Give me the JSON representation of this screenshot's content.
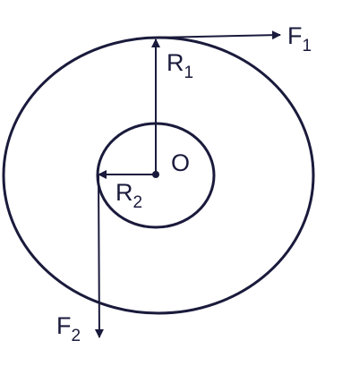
{
  "colors": {
    "stroke": "#1a1a3c",
    "background": "#ffffff"
  },
  "labels": {
    "center": "O",
    "r1": {
      "base": "R",
      "sub": "1"
    },
    "r2": {
      "base": "R",
      "sub": "2"
    },
    "f1": {
      "base": "F",
      "sub": "1"
    },
    "f2": {
      "base": "F",
      "sub": "2"
    }
  }
}
